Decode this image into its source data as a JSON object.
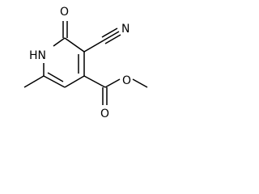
{
  "molecule": {
    "atoms": {
      "carbonyl_oxygen": "O",
      "ring_nitrogen": "HN",
      "nitrile_nitrogen": "N",
      "ester_carbonyl_oxygen": "O",
      "ester_ether_oxygen": "O"
    }
  }
}
